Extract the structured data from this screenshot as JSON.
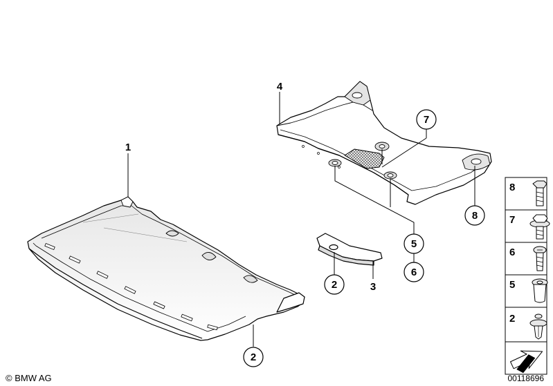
{
  "callouts": {
    "c1": "1",
    "c2_bottom": "2",
    "c2_mid": "2",
    "c3": "3",
    "c4": "4",
    "c5": "5",
    "c6": "6",
    "c7": "7",
    "c8": "8"
  },
  "legend": {
    "items": [
      {
        "number": "8",
        "icon": "bolt-hex-icon"
      },
      {
        "number": "7",
        "icon": "bolt-hex-washer-icon"
      },
      {
        "number": "6",
        "icon": "screw-icon"
      },
      {
        "number": "5",
        "icon": "expanding-nut-icon"
      },
      {
        "number": "2",
        "icon": "plastic-rivet-icon"
      }
    ],
    "arrow_icon": "direction-arrow-icon"
  },
  "footer": {
    "copyright": "© BMW AG",
    "diagram_number": "00118696"
  },
  "colors": {
    "line": "#000000",
    "fill": "#ffffff",
    "shade": "#d8d8d8",
    "mesh": "#9a9a9a"
  }
}
